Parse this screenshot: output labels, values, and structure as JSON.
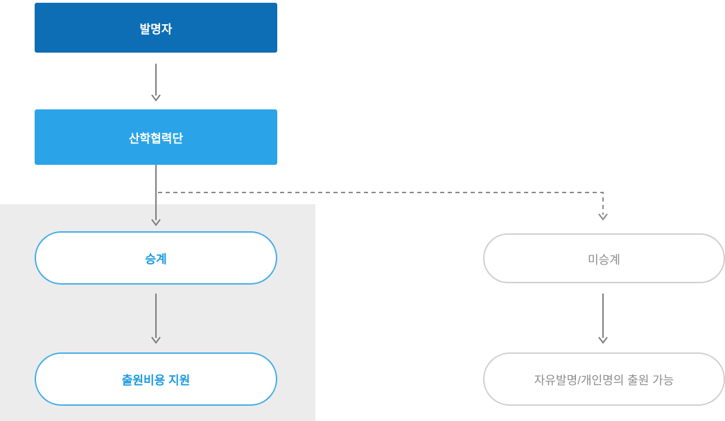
{
  "diagram": {
    "title": "patent-application-flow",
    "nodes": {
      "inventor": {
        "label": "발명자",
        "type": "box",
        "color": "#0d6db5"
      },
      "foundation": {
        "label": "산학협력단",
        "type": "box",
        "color": "#2aa3e8"
      },
      "succession": {
        "label": "승계",
        "type": "pill",
        "border": "#44ade7",
        "text_color": "#1e9be1"
      },
      "cost_support": {
        "label": "출원비용 지원",
        "type": "pill",
        "border": "#44ade7",
        "text_color": "#1e9be1"
      },
      "non_succession": {
        "label": "미승계",
        "type": "pill",
        "border": "#d0d0d0",
        "text_color": "#8c8c8c"
      },
      "free_invention": {
        "label": "자유발명/개인명의 출원 가능",
        "type": "pill",
        "border": "#d0d0d0",
        "text_color": "#8c8c8c"
      }
    },
    "edges": [
      {
        "from": "inventor",
        "to": "foundation",
        "style": "solid"
      },
      {
        "from": "foundation",
        "to": "succession",
        "style": "solid"
      },
      {
        "from": "foundation",
        "to": "non_succession",
        "style": "dashed"
      },
      {
        "from": "succession",
        "to": "cost_support",
        "style": "solid"
      },
      {
        "from": "non_succession",
        "to": "free_invention",
        "style": "solid"
      }
    ],
    "colors": {
      "primary_dark": "#0d6db5",
      "primary_light": "#2aa3e8",
      "pill_border_blue": "#44ade7",
      "pill_text_blue": "#1e9be1",
      "panel_gray": "#ececec",
      "arrow_gray": "#7d7d7d",
      "pill_border_gray": "#d0d0d0",
      "pill_text_gray": "#8c8c8c"
    }
  }
}
